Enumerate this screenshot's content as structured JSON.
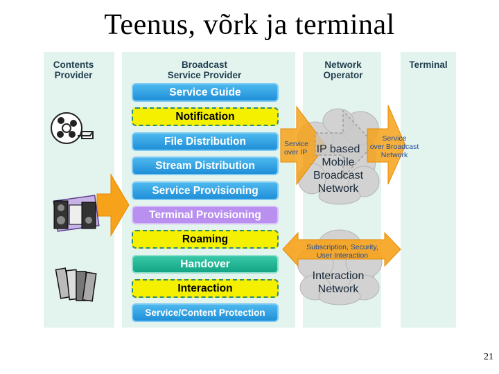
{
  "title": "Teenus, võrk ja terminal",
  "page_number": "21",
  "columns": {
    "contents_provider": "Contents\nProvider",
    "broadcast_provider": "Broadcast\nService Provider",
    "network_operator": "Network\nOperator",
    "terminal": "Terminal"
  },
  "service_stack": [
    "Service Guide",
    "Notification",
    "File Distribution",
    "Stream Distribution",
    "Service Provisioning",
    "Terminal Provisioning",
    "Roaming",
    "Handover",
    "Interaction",
    "Service/Content Protection"
  ],
  "mobile_network": "IP based\nMobile\nBroadcast\nNetwork",
  "interaction_network": "Interaction\nNetwork",
  "arrows": {
    "service_over_ip": "Service\nover IP",
    "service_over_broadcast": "Service\nover Broadcast\nNetwork",
    "subscription": "Subscription, Security,\nUser Interaction"
  },
  "colors": {
    "panel_bg": "#e3f3ee",
    "arrow_orange": "#f7a21b",
    "cloud_gray": "#cfcfcf",
    "text_blue": "#1e4d9a"
  }
}
